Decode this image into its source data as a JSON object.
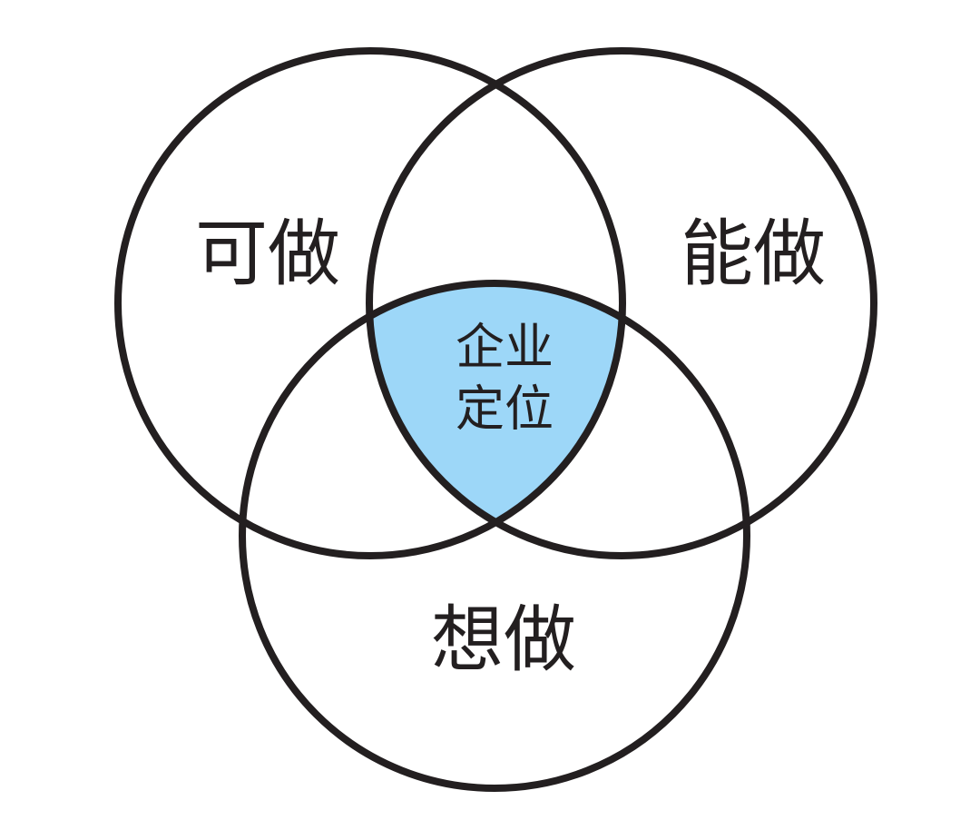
{
  "diagram": {
    "type": "venn-3",
    "sets": [
      {
        "id": "top-left",
        "label": "可做"
      },
      {
        "id": "top-right",
        "label": "能做"
      },
      {
        "id": "bottom",
        "label": "想做"
      }
    ],
    "intersection": {
      "line1": "企业",
      "line2": "定位",
      "fill_color": "#9dd7f8"
    },
    "stroke_color": "#231f20",
    "background": "#ffffff"
  }
}
